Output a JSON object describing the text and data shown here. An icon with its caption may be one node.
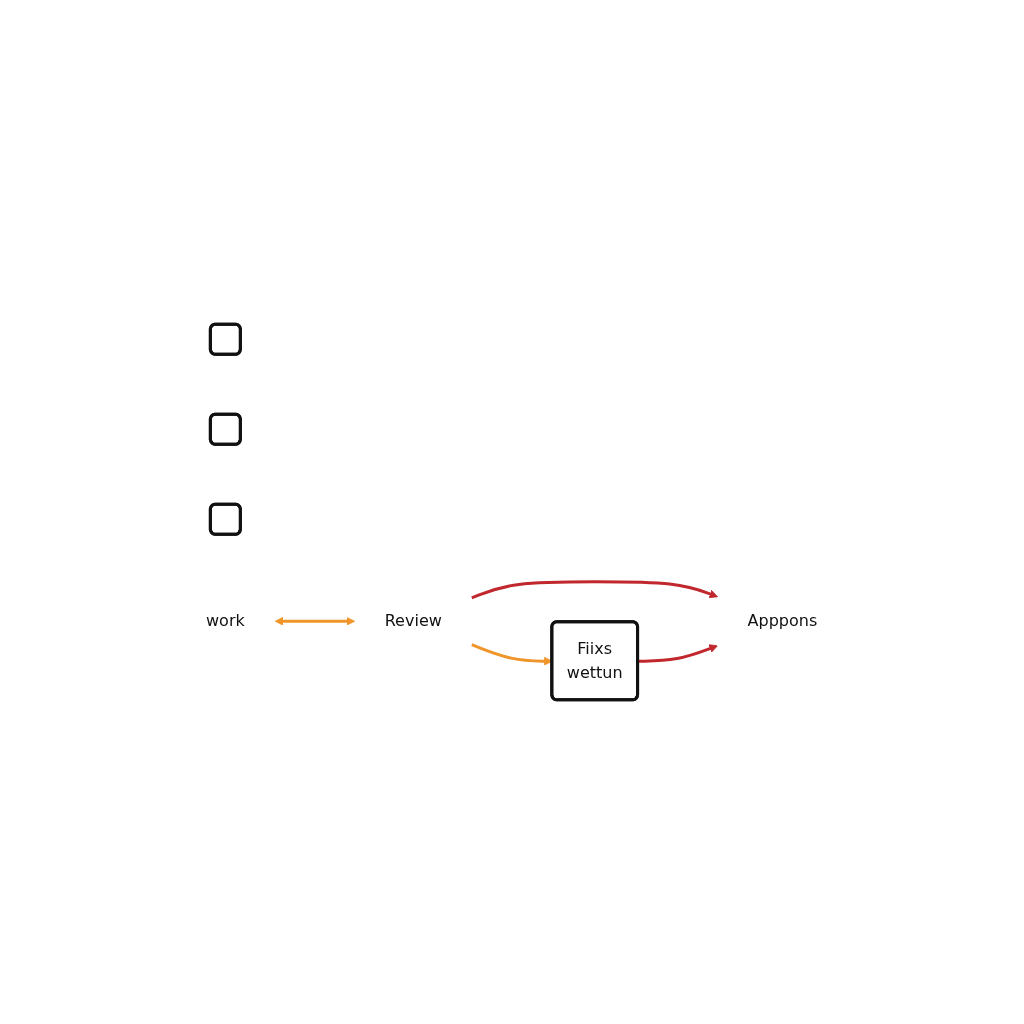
{
  "diagram": {
    "nodes": [
      {
        "text": [],
        "shape": "box"
      },
      {
        "text": [],
        "shape": "box"
      },
      {
        "text": [],
        "shape": "box"
      },
      {
        "text": [
          "work"
        ]
      },
      {
        "text": [
          "Review"
        ]
      },
      {
        "text": [
          "Apppons"
        ]
      },
      {
        "text": [
          "Fiixs",
          "wettun"
        ]
      }
    ],
    "edges": [
      {
        "from": 3,
        "to": 4,
        "arrow": "both",
        "color": "#f0952a"
      },
      {
        "from": 4,
        "to": 5,
        "arrow": "to",
        "color": "#c0282d"
      },
      {
        "from": 4,
        "to": 6,
        "arrow": "to",
        "color": "#f0952a"
      },
      {
        "from": 6,
        "to": 5,
        "arrow": "to",
        "color": "#c0282d"
      }
    ]
  }
}
